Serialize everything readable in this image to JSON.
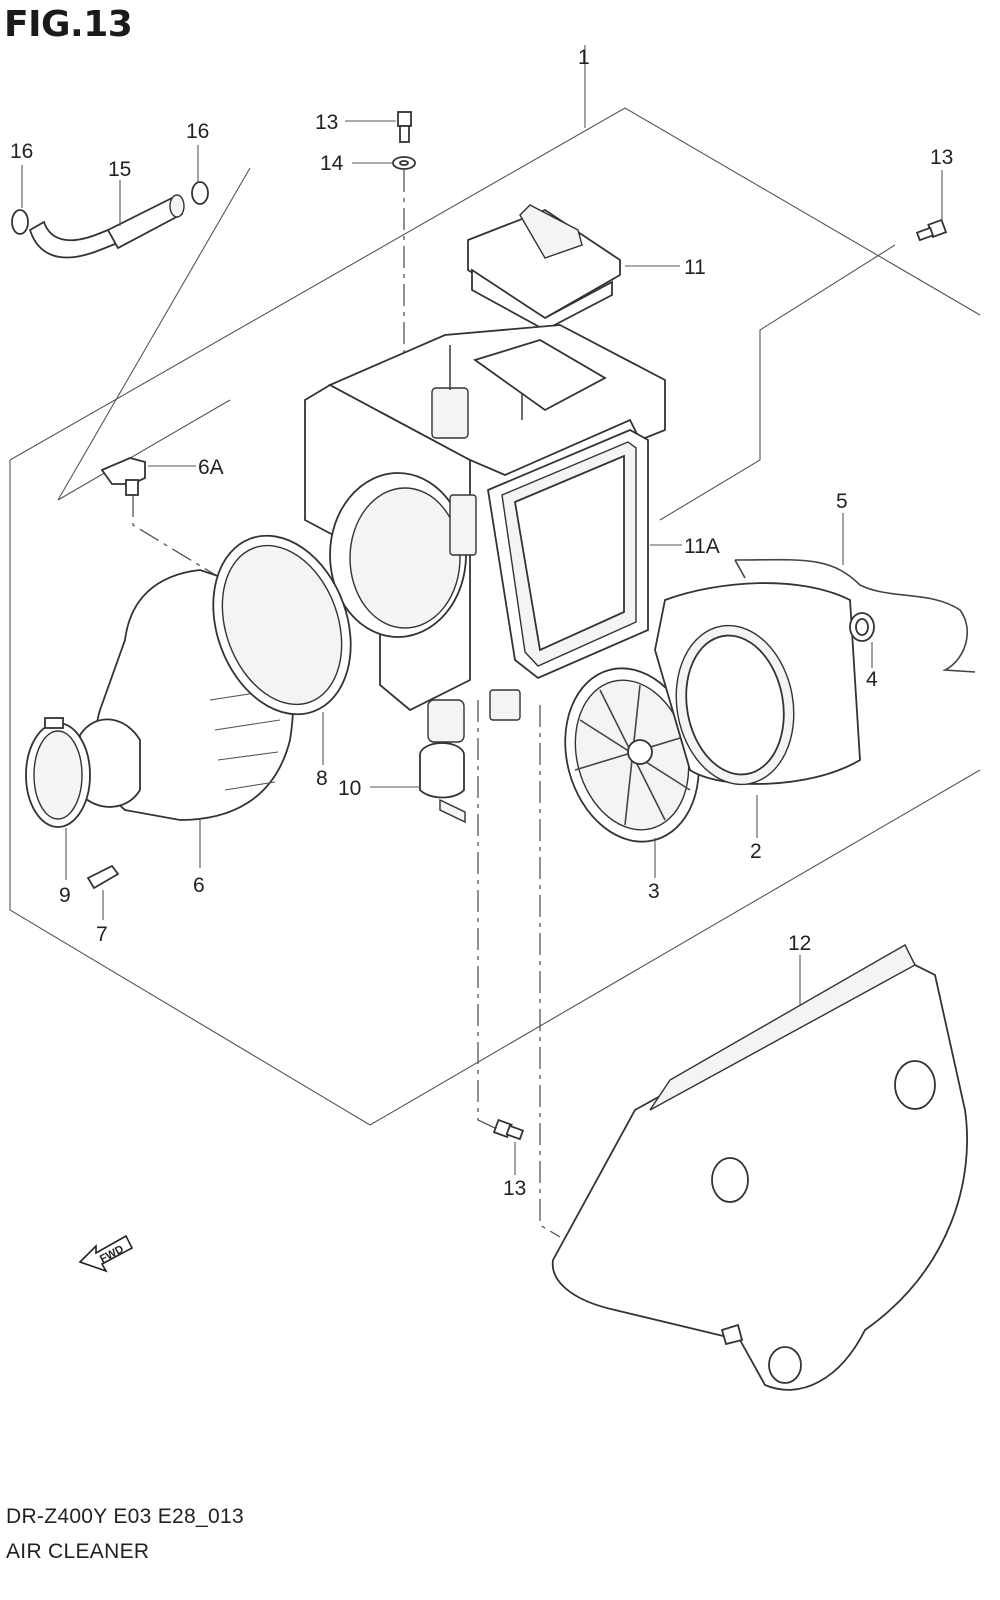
{
  "figure": {
    "title": "FIG.13",
    "model_code": "DR-Z400Y E03 E28_013",
    "section_name": "AIR CLEANER"
  },
  "callouts": {
    "c1": "1",
    "c2": "2",
    "c3": "3",
    "c4": "4",
    "c5": "5",
    "c6": "6",
    "c6a": "6A",
    "c7": "7",
    "c8": "8",
    "c9": "9",
    "c10": "10",
    "c11": "11",
    "c11a": "11A",
    "c12": "12",
    "c13_top": "13",
    "c13_right": "13",
    "c13_bottom": "13",
    "c14": "14",
    "c15": "15",
    "c16_left": "16",
    "c16_right": "16"
  },
  "fwd_badge": {
    "label": "FWD",
    "icon": "fwd-arrow-icon"
  }
}
